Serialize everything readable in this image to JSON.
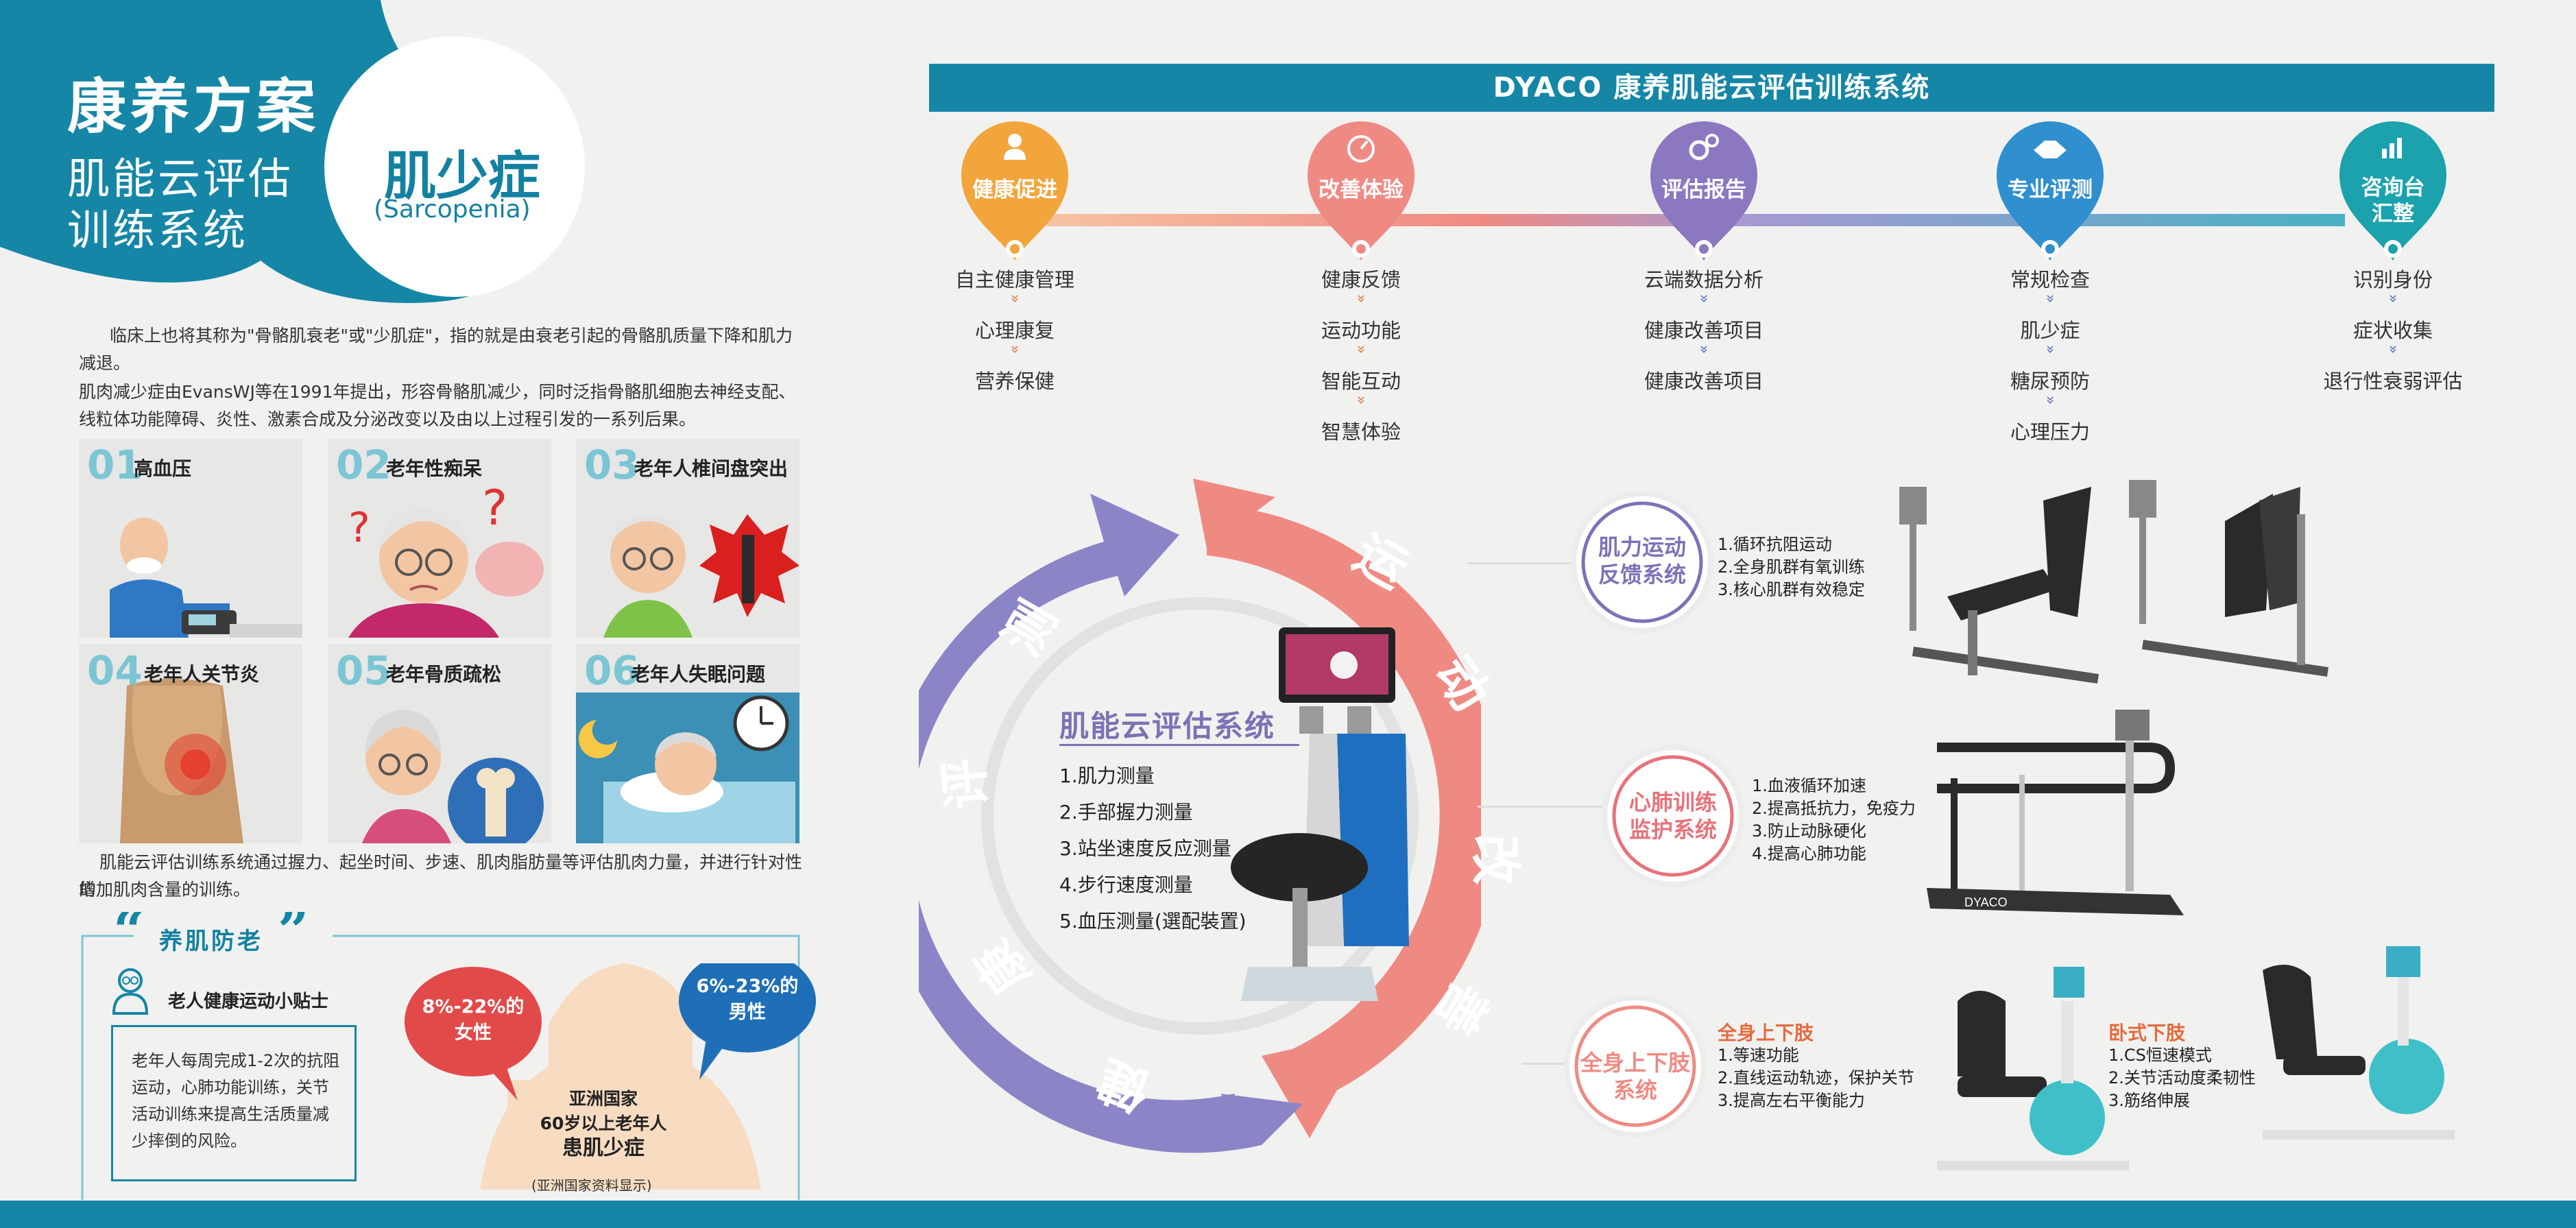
{
  "header": {
    "title": "康养方案",
    "subtitle_line1": "肌能云评估",
    "subtitle_line2": "训练系统",
    "condition_name": "肌少症",
    "condition_en": "(Sarcopenia)"
  },
  "intro": {
    "para1_line1": "临床上也将其称为\"骨骼肌衰老\"或\"少肌症\"，指的就是由衰老引起的骨骼肌质量下降和肌力",
    "para1_line2": "减退。",
    "para2_line1": "肌肉减少症由EvansWJ等在1991年提出，形容骨骼肌减少，同时泛指骨骼肌细胞去神经支配、",
    "para2_line2": "线粒体功能障碍、炎性、激素合成及分泌改变以及由以上过程引发的一系列后果。"
  },
  "conditions": [
    {
      "num": "01",
      "label": "高血压",
      "icon": "blood-pressure-icon"
    },
    {
      "num": "02",
      "label": "老年性痴呆",
      "icon": "dementia-icon"
    },
    {
      "num": "03",
      "label": "老年人椎间盘突出",
      "icon": "spine-icon"
    },
    {
      "num": "04",
      "label": "老年人关节炎",
      "icon": "knee-icon"
    },
    {
      "num": "05",
      "label": "老年骨质疏松",
      "icon": "bone-icon"
    },
    {
      "num": "06",
      "label": "老年人失眠问题",
      "icon": "insomnia-icon"
    }
  ],
  "training_note_line1": "肌能云评估训练系统通过握力、起坐时间、步速、肌肉脂肪量等评估肌肉力量，并进行针对性的",
  "training_note_line2": "增加肌肉含量的训练。",
  "tips": {
    "title": "养肌防老",
    "heading": "老人健康运动小贴士",
    "body": "老年人每周完成1-2次的抗阻运动，心肺功能训练，关节活动训练来提高生活质量减少摔倒的风险。",
    "female_stat": "8%-22%的女性",
    "female_l1": "8%-22%的",
    "female_l2": "女性",
    "male_l1": "6%-23%的",
    "male_l2": "男性",
    "asia_l1": "亚洲国家",
    "asia_l2": "60岁以上老年人",
    "asia_l3": "患肌少症",
    "source": "(亚洲国家资料显示)"
  },
  "banner_title": "DYACO 康养肌能云评估训练系统",
  "flow": [
    {
      "label": "健康促进",
      "color": "#f2a53b",
      "icon": "person-icon",
      "items": [
        "自主健康管理",
        "心理康复",
        "营养保健"
      ]
    },
    {
      "label": "改善体验",
      "color": "#ef8a83",
      "icon": "gauge-icon",
      "items": [
        "健康反馈",
        "运动功能",
        "智能互动",
        "智慧体验"
      ]
    },
    {
      "label": "评估报告",
      "color": "#8b78c0",
      "icon": "gears-icon",
      "items": [
        "云端数据分析",
        "健康改善项目",
        "健康改善项目"
      ]
    },
    {
      "label": "专业评测",
      "color": "#2f8fcf",
      "icon": "handshake-icon",
      "items": [
        "常规检查",
        "肌少症",
        "糖尿预防",
        "心理压力"
      ]
    },
    {
      "label": "咨询台汇整",
      "label_l1": "咨询台",
      "label_l2": "汇整",
      "color": "#1ba2ad",
      "icon": "bar-chart-icon",
      "items": [
        "识别身份",
        "症状收集",
        "退行性衰弱评估"
      ]
    }
  ],
  "cycle": {
    "chars": [
      "运",
      "动",
      "改",
      "善",
      "健",
      "康",
      "评",
      "测"
    ]
  },
  "system": {
    "title": "肌能云评估系统",
    "items": [
      "1.肌力测量",
      "2.手部握力测量",
      "3.站坐速度反应测量",
      "4.步行速度测量",
      "5.血压测量(選配裝置)"
    ]
  },
  "modules": [
    {
      "label_l1": "肌力运动",
      "label_l2": "反馈系统",
      "color": "#7d72b8",
      "features": [
        "1.循环抗阻运动",
        "2.全身肌群有氧训练",
        "3.核心肌群有效稳定"
      ]
    },
    {
      "label_l1": "心肺训练",
      "label_l2": "监护系统",
      "color": "#e8727a",
      "features": [
        "1.血液循环加速",
        "2.提高抵抗力，免疫力",
        "3.防止动脉硬化",
        "4.提高心肺功能"
      ]
    },
    {
      "label_l1": "全身上下肢",
      "label_l2": "系统",
      "color": "#ef8a83",
      "group1_title": "全身上下肢",
      "group1": [
        "1.等速功能",
        "2.直线运动轨迹，保护关节",
        "3.提高左右平衡能力"
      ],
      "group2_title": "卧式下肢",
      "group2": [
        "1.CS恒速模式",
        "2.关节活动度柔韧性",
        "3.筋络伸展"
      ]
    }
  ],
  "device_brand": "DYACO",
  "colors": {
    "primary": "#1586a6",
    "light_teal": "#7cc6d4",
    "red": "#e24a4a",
    "blue": "#1f6fb8",
    "purple": "#8b85c8",
    "salmon": "#ef8a83"
  }
}
